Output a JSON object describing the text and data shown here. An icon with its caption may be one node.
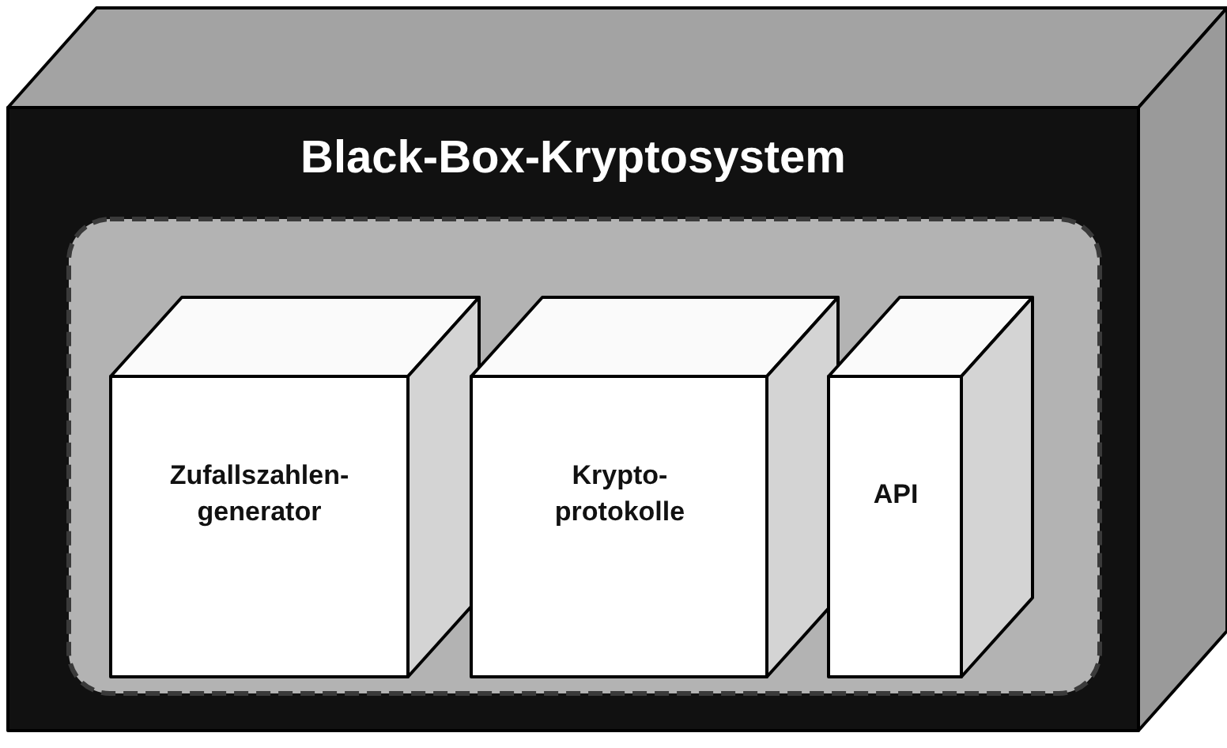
{
  "diagram": {
    "nodes": [
      {
        "text": [
          "Black-Box-Kryptosystem"
        ]
      },
      {
        "text": [],
        "shape": "box",
        "in": 0
      },
      {
        "text": [
          "Zufallszahlen-generator"
        ],
        "in": 1
      },
      {
        "text": [
          "Krypto-protokolle"
        ],
        "in": 1
      },
      {
        "text": [
          "API"
        ],
        "in": 1
      }
    ]
  }
}
